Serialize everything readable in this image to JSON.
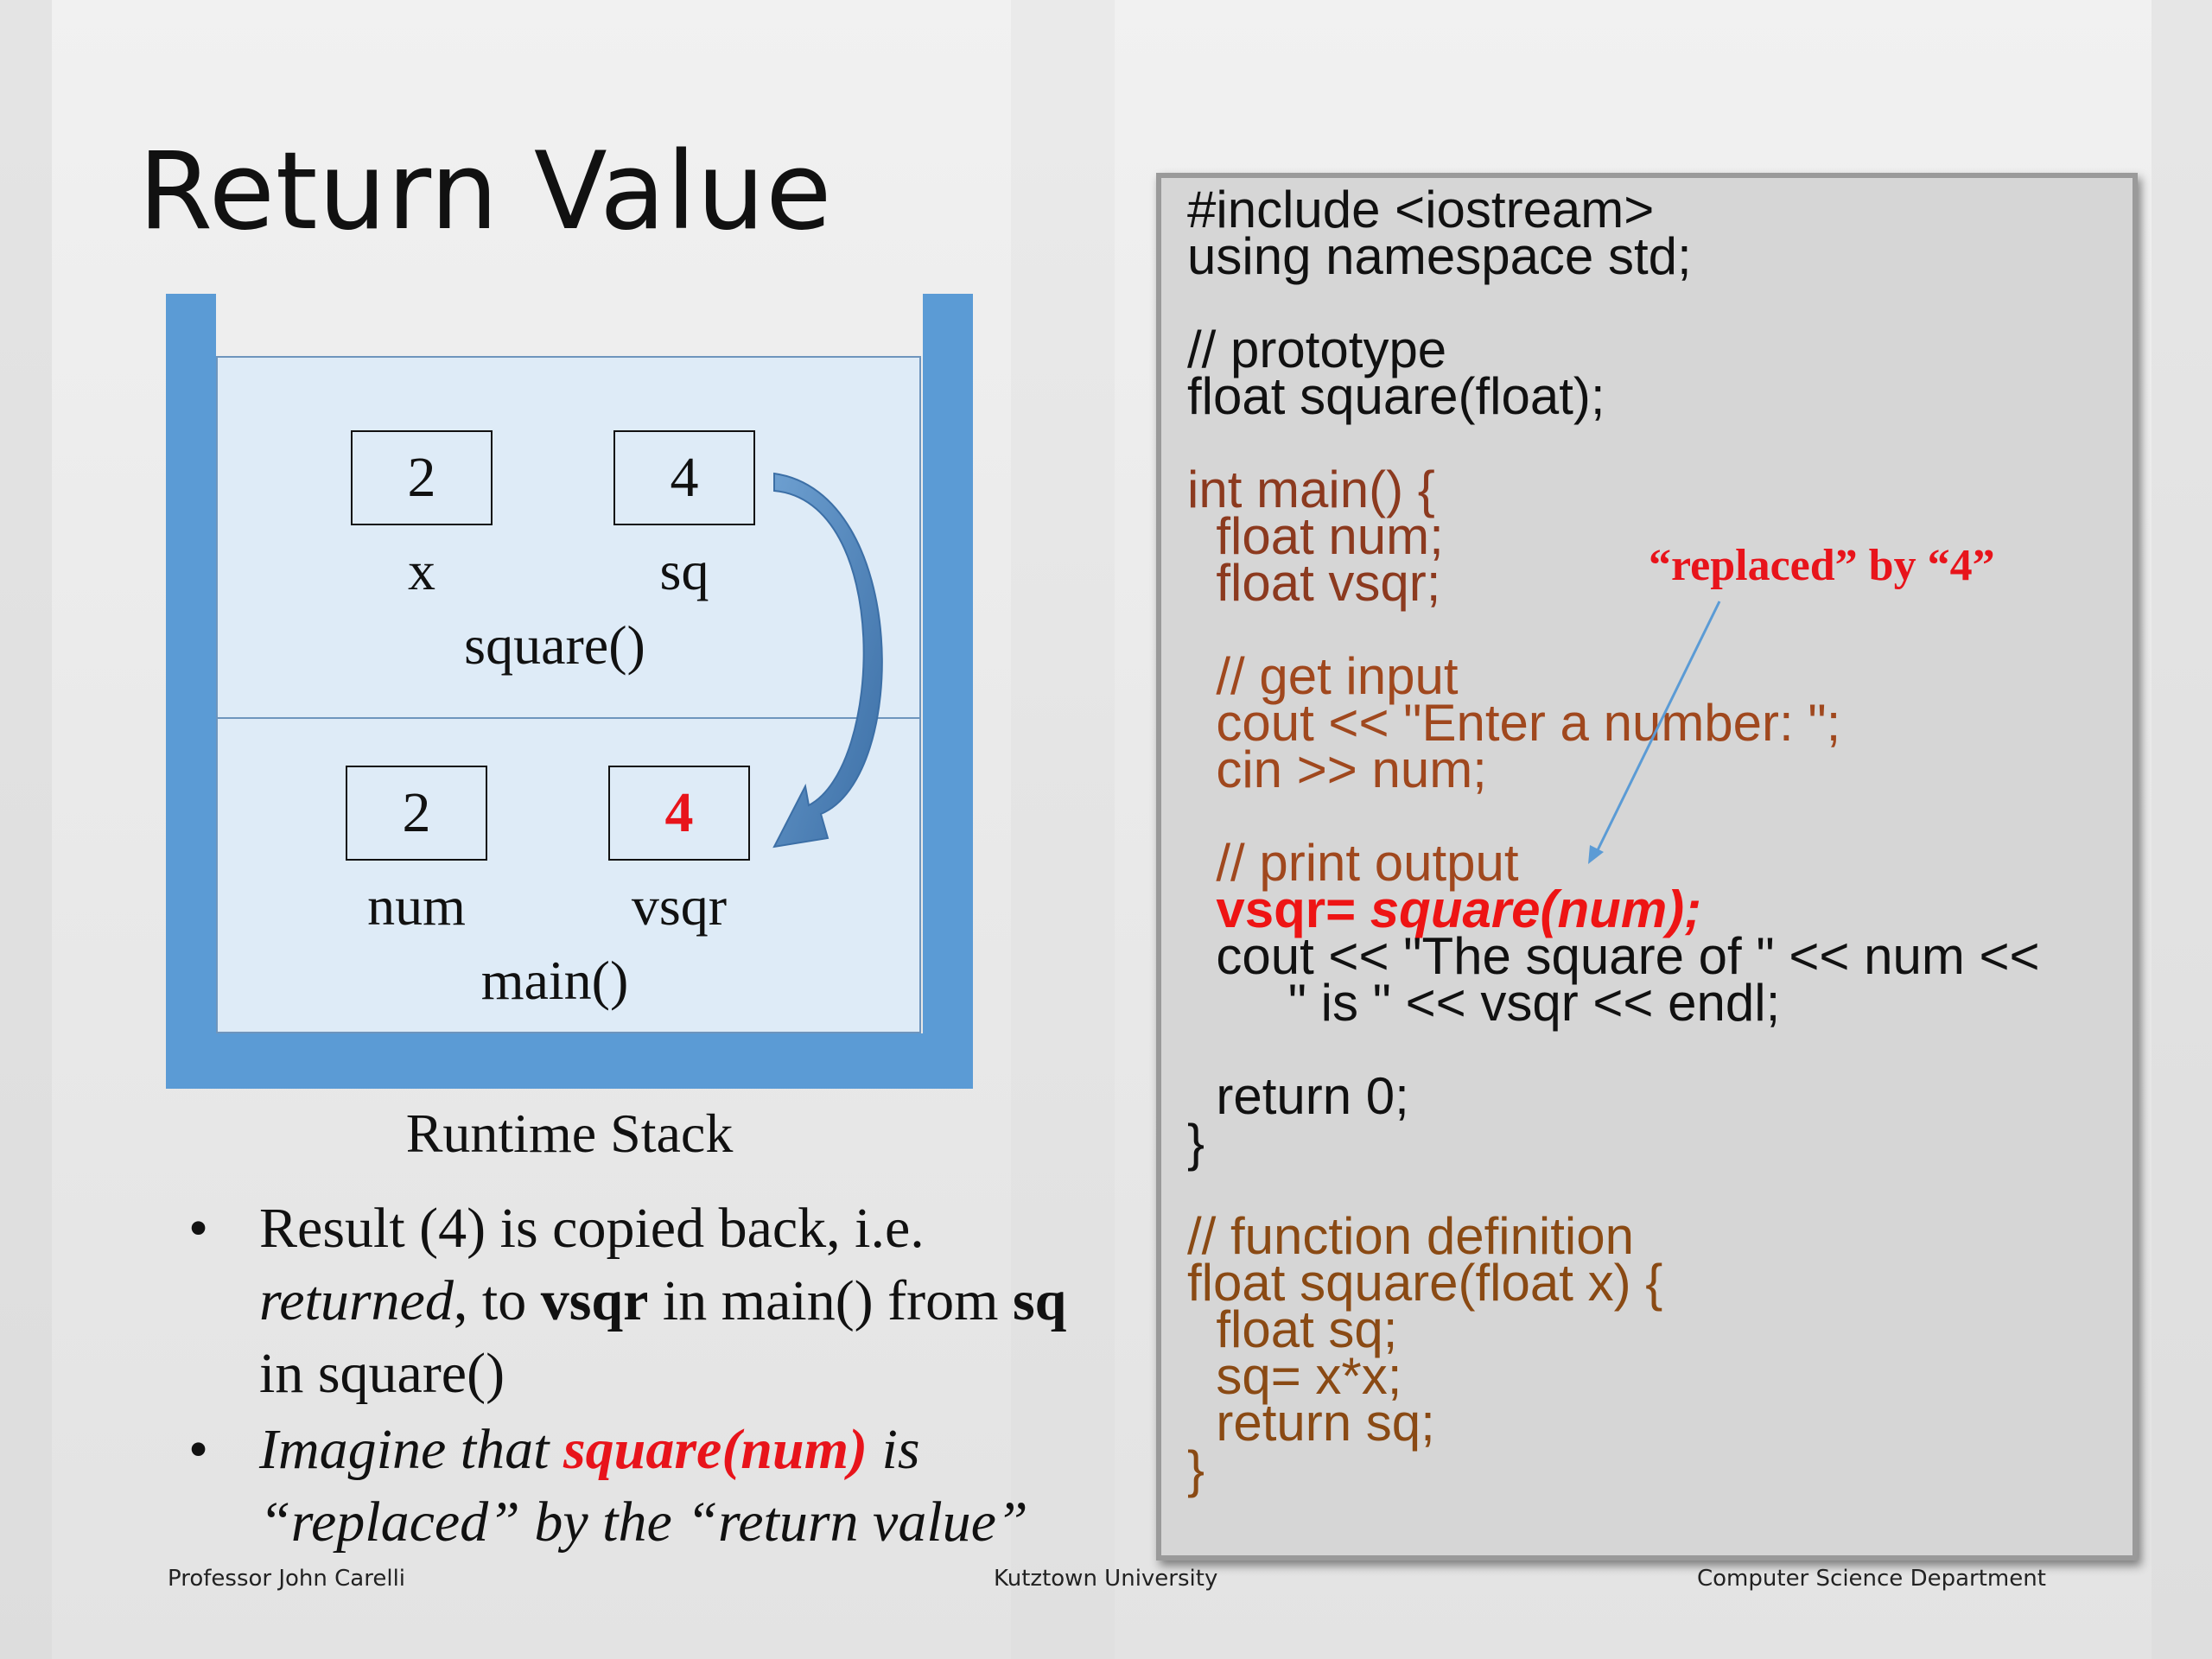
{
  "slide": {
    "title": "Return Value",
    "stack": {
      "square_frame": {
        "boxes": [
          {
            "value": "2",
            "label": "x"
          },
          {
            "value": "4",
            "label": "sq"
          }
        ],
        "name": "square()"
      },
      "main_frame": {
        "boxes": [
          {
            "value": "2",
            "label": "num"
          },
          {
            "value": "4",
            "label": "vsqr"
          }
        ],
        "name": "main()"
      },
      "caption": "Runtime Stack"
    },
    "bullets": {
      "b1_part1": "Result (4) is copied back, i.e. ",
      "b1_returned": "returned",
      "b1_part2": ", to ",
      "b1_vsqr": "vsqr",
      "b1_part3": " in main() from ",
      "b1_sq": "sq",
      "b1_part4": " in square()",
      "b2_part1": "Imagine that ",
      "b2_highlight": "square(num)",
      "b2_part2": " is “replaced” by the “return value”",
      "bullet_symbol": "•"
    },
    "code": {
      "l01": "#include <iostream>",
      "l02": "using namespace std;",
      "l03": "// prototype",
      "l04": "float square(float);",
      "l05": "int main() {",
      "l06": "  float num;",
      "l07": "  float vsqr;",
      "l08": "  // get input",
      "l09": "  cout << \"Enter a number: \";",
      "l10": "  cin >> num;",
      "l11": "  // print output",
      "l12a": "  vsqr= ",
      "l12b": "square(num);",
      "l13": "  cout << \"The square of \" << num <<",
      "l14": "       \" is \" << vsqr << endl;",
      "l15": "  return 0;",
      "l16": "}",
      "l17": "// function definition",
      "l18": "float square(float x) {",
      "l19": "  float sq;",
      "l20": "  sq= x*x;",
      "l21": "  return sq;",
      "l22": "}"
    },
    "annotation": "“replaced” by “4”",
    "footer": {
      "left": "Professor John Carelli",
      "center": "Kutztown University",
      "right": "Computer Science Department"
    },
    "colors": {
      "stack_wall": "#5b9bd5",
      "frame_fill": "#deebf7",
      "highlight_red": "#e8141b",
      "code_brown": "#8c3a1f",
      "panel_gray": "#d6d6d6"
    }
  }
}
